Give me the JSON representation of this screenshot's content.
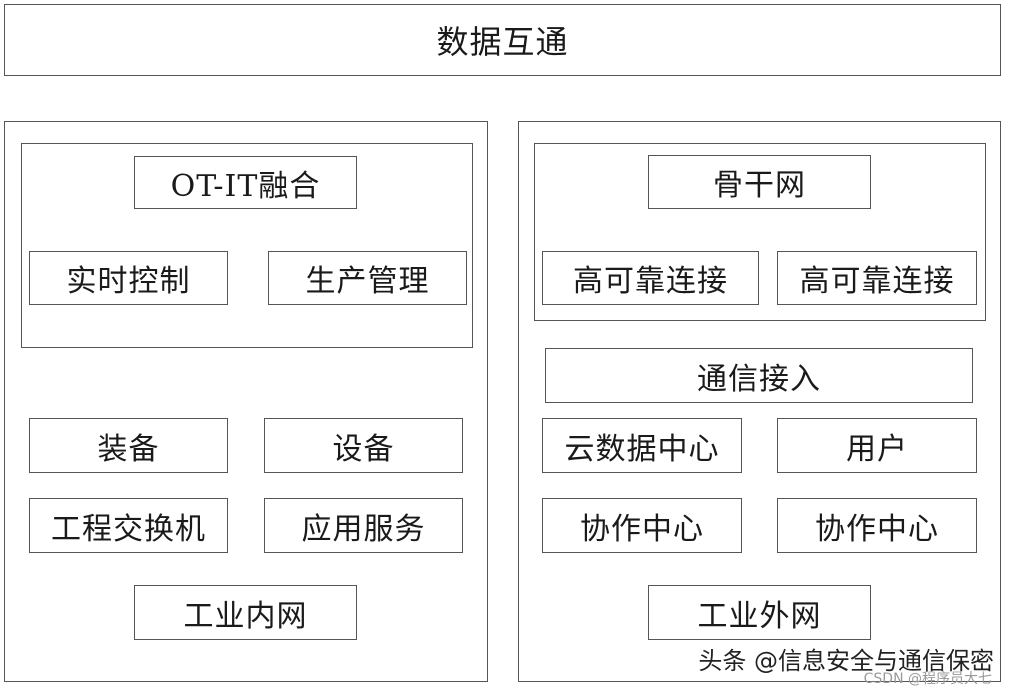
{
  "header": {
    "title": "数据互通"
  },
  "left": {
    "group": {
      "title": "OT-IT融合",
      "items": [
        "实时控制",
        "生产管理"
      ]
    },
    "grid": [
      "装备",
      "设备",
      "工程交换机",
      "应用服务"
    ],
    "footer": "工业内网"
  },
  "right": {
    "group": {
      "title": "骨干网",
      "items": [
        "高可靠连接",
        "高可靠连接"
      ]
    },
    "access": "通信接入",
    "grid": [
      "云数据中心",
      "用户",
      "协作中心",
      "协作中心"
    ],
    "footer": "工业外网"
  },
  "watermark": {
    "main": "头条 @信息安全与通信保密",
    "sub": "CSDN @程序员大七"
  }
}
